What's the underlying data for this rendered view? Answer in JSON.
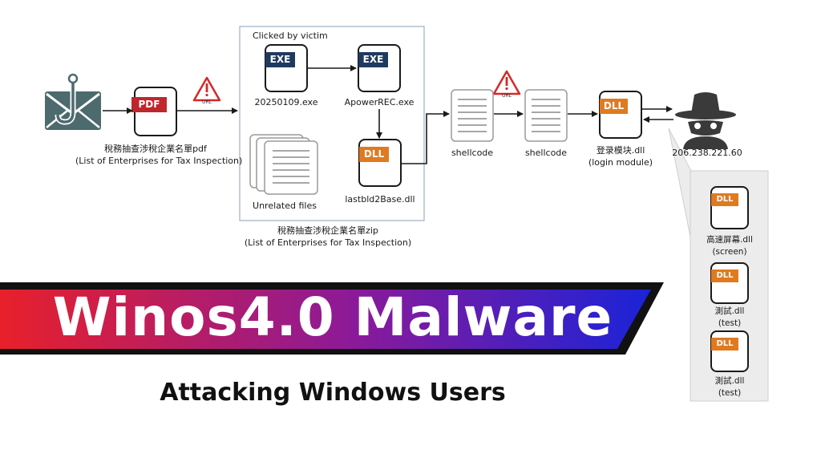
{
  "diagram": {
    "nodes": {
      "pdf": {
        "badge": "PDF",
        "label_line1": "稅務抽查涉稅企業名單pdf",
        "label_line2": "(List of Enterprises for Tax Inspection)"
      },
      "url_warning": "URL",
      "zip_group": {
        "header": "Clicked by victim",
        "label_line1": "稅務抽查涉稅企業名單zip",
        "label_line2": "(List of Enterprises for Tax Inspection)"
      },
      "exe1": {
        "badge": "EXE",
        "label": "20250109.exe"
      },
      "exe2": {
        "badge": "EXE",
        "label": "ApowerREC.exe"
      },
      "dll_lastbld": {
        "badge": "DLL",
        "label": "lastbld2Base.dll"
      },
      "unrelated": {
        "label": "Unrelated files"
      },
      "shellcode1": {
        "label": "shellcode"
      },
      "url_warning2": "URL",
      "shellcode2": {
        "label": "shellcode"
      },
      "login_dll": {
        "badge": "DLL",
        "label_line1": "登录模块.dll",
        "label_line2": "(login module)"
      },
      "attacker": {
        "label": "206.238.221.60"
      },
      "plugins": [
        {
          "badge": "DLL",
          "label_line1": "高速屏幕.dll",
          "label_line2": "(screen)"
        },
        {
          "badge": "DLL",
          "label_line1": "測試.dll",
          "label_line2": "(test)"
        },
        {
          "badge": "DLL",
          "label_line1": "測試.dll",
          "label_line2": "(test)"
        }
      ]
    }
  },
  "banner": {
    "title": "Winos4.0 Malware",
    "subtitle": "Attacking Windows Users",
    "gradient_start": "#e8202a",
    "gradient_end": "#1a23d8"
  },
  "colors": {
    "exe_badge": "#1f3a5f",
    "pdf_badge": "#c0262d",
    "dll_badge": "#e07a1f",
    "warning_red": "#d62828"
  }
}
